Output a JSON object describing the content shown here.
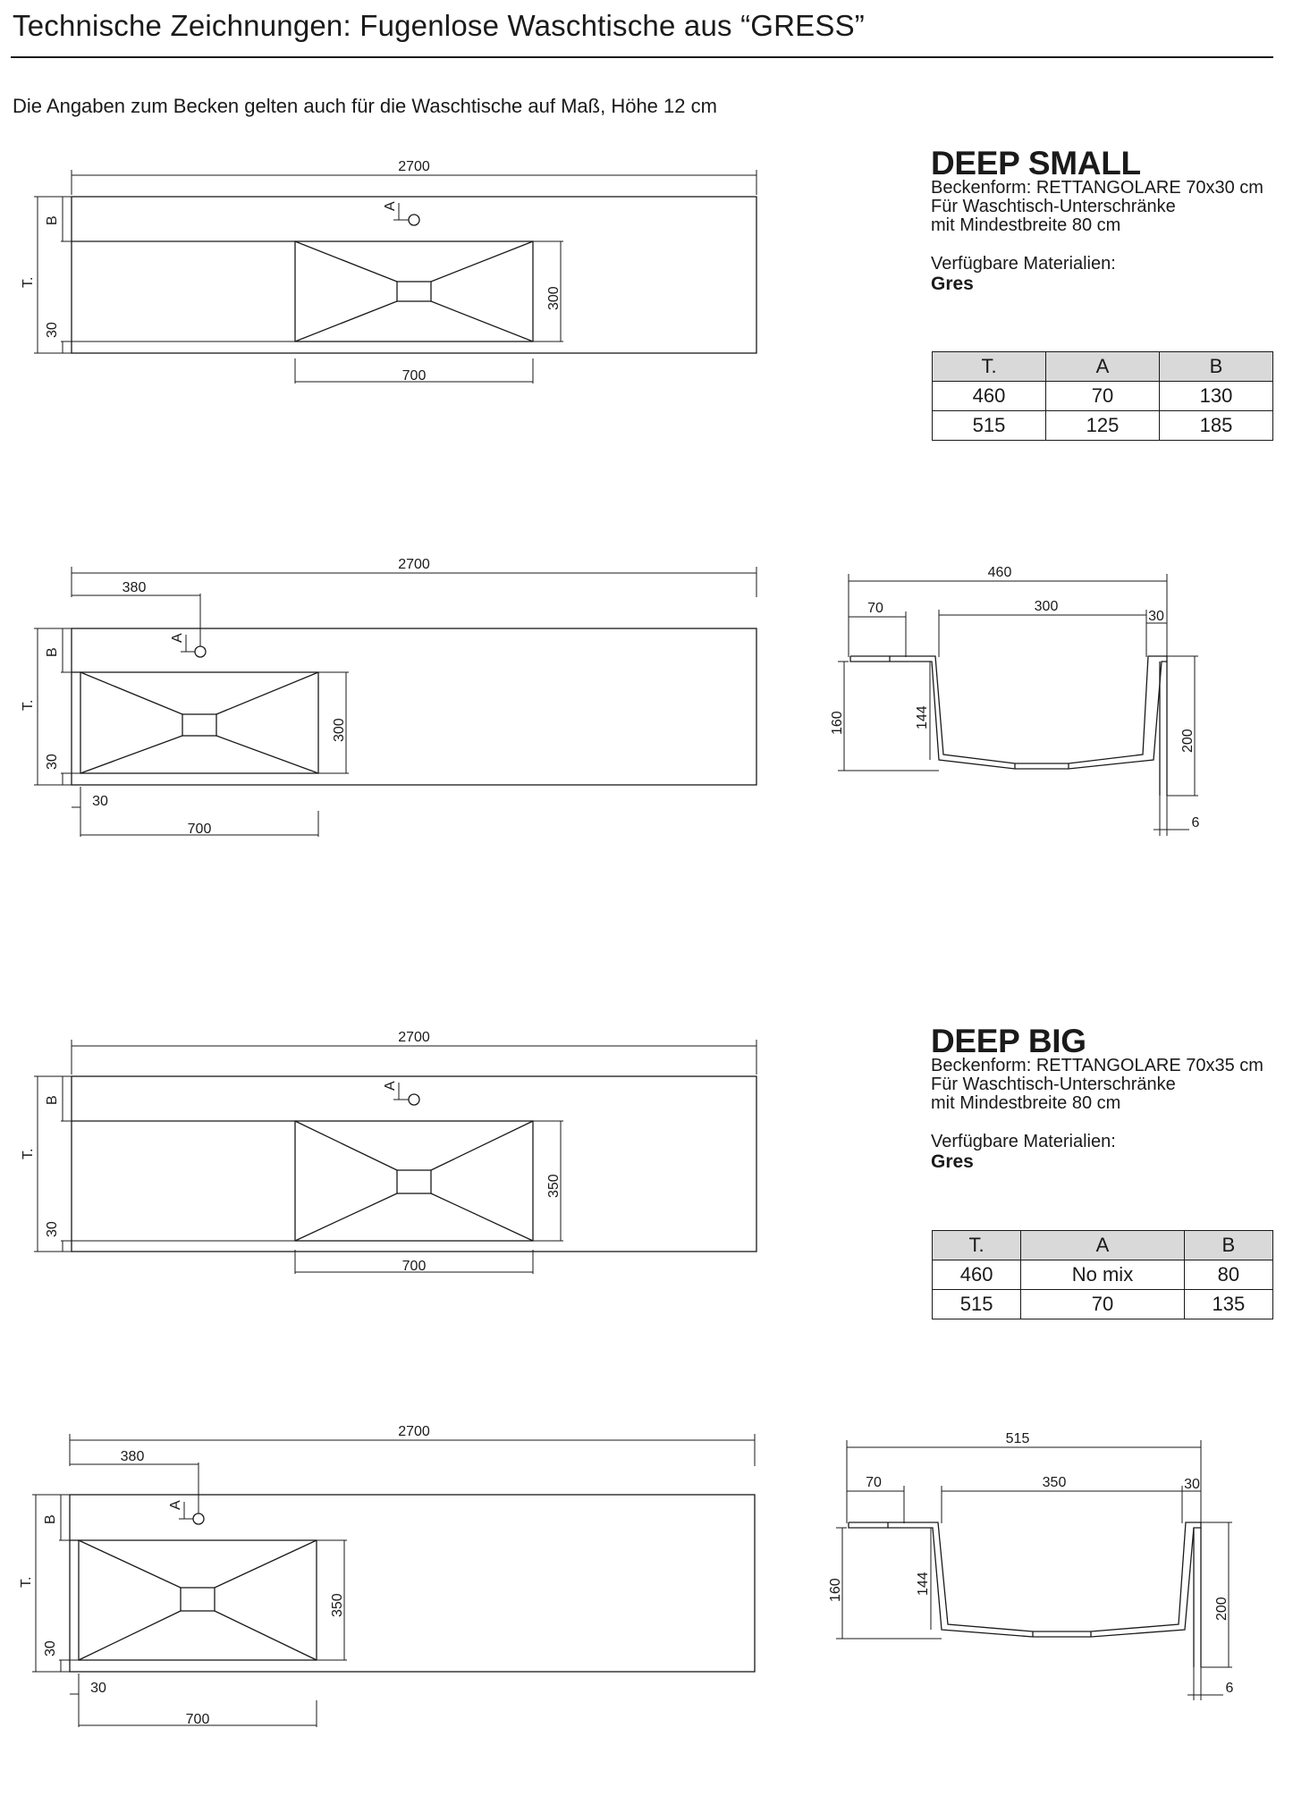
{
  "header": {
    "title": "Technische Zeichnungen: Fugenlose Waschtische aus “GRESS”",
    "intro": "Die Angaben zum Becken gelten auch für die Waschtische auf Maß, Höhe 12 cm"
  },
  "products": [
    {
      "name": "DEEP SMALL",
      "lines": [
        "Beckenform: RETTANGOLARE 70x30 cm",
        "Für Waschtisch-Unterschränke",
        "mit Mindestbreite 80 cm"
      ],
      "materials_label": "Verfügbare Materialien:",
      "material": "Gres",
      "table": {
        "headers": [
          "T.",
          "A",
          "B"
        ],
        "rows": [
          [
            "460",
            "70",
            "130"
          ],
          [
            "515",
            "125",
            "185"
          ]
        ]
      }
    },
    {
      "name": "DEEP BIG",
      "lines": [
        "Beckenform: RETTANGOLARE 70x35 cm",
        "Für Waschtisch-Unterschränke",
        "mit Mindestbreite 80 cm"
      ],
      "materials_label": "Verfügbare Materialien:",
      "material": "Gres",
      "table": {
        "headers": [
          "T.",
          "A",
          "B"
        ],
        "rows": [
          [
            "460",
            "No mix",
            "80"
          ],
          [
            "515",
            "70",
            "135"
          ]
        ]
      }
    }
  ],
  "drawings": {
    "label_T": "T.",
    "label_A": "A",
    "label_B": "B",
    "small_center": {
      "width": "2700",
      "basin_length": "700",
      "basin_depth": "300",
      "front_edge": "30"
    },
    "small_side": {
      "width": "2700",
      "offset": "380",
      "basin_depth": "300",
      "front_edge": "30",
      "edge_gap": "30",
      "basin_length": "700"
    },
    "small_section": {
      "depth": "460",
      "front": "70",
      "inner": "300",
      "back": "30",
      "height_left": "160",
      "height_inner": "144",
      "height_right": "200",
      "thickness": "6"
    },
    "big_center": {
      "width": "2700",
      "basin_length": "700",
      "basin_depth": "350",
      "front_edge": "30"
    },
    "big_side": {
      "width": "2700",
      "offset": "380",
      "basin_depth": "350",
      "front_edge": "30",
      "edge_gap": "30",
      "basin_length": "700"
    },
    "big_section": {
      "depth": "515",
      "front": "70",
      "inner": "350",
      "back": "30",
      "height_left": "160",
      "height_inner": "144",
      "height_right": "200",
      "thickness": "6"
    }
  }
}
